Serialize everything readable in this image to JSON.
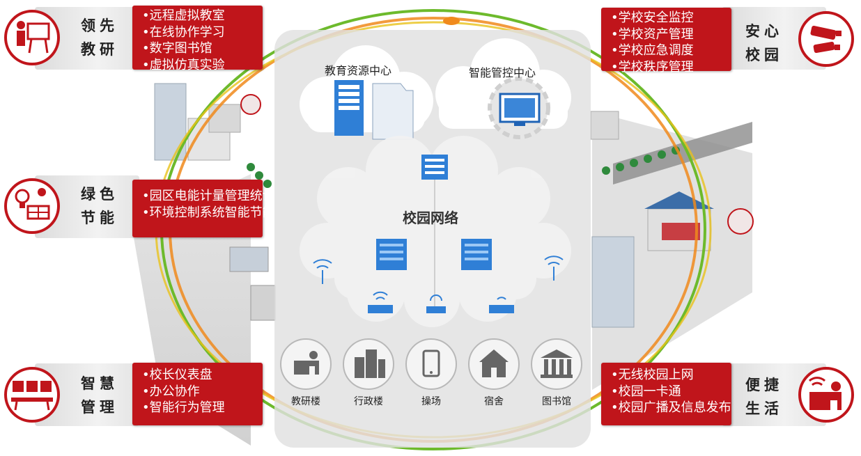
{
  "panels": {
    "research": {
      "label_line1": "领先",
      "label_line2": "教研",
      "icon": "teacher-blackboard-icon",
      "items": [
        "•远程虚拟教室",
        "•在线协作学习",
        "•数字图书馆",
        "•虚拟仿真实验"
      ]
    },
    "green": {
      "label_line1": "绿色",
      "label_line2": "节能",
      "icon": "bulb-solar-panel-icon",
      "items": [
        "•园区电能计量管理统计",
        "•环境控制系统智能节能"
      ]
    },
    "management": {
      "label_line1": "智慧",
      "label_line2": "管理",
      "icon": "meeting-screens-icon",
      "items": [
        "•校长仪表盘",
        "•办公协作",
        "•智能行为管理"
      ]
    },
    "safety": {
      "label_line1": "安心",
      "label_line2": "校园",
      "icon": "security-camera-icon",
      "items": [
        "•学校安全监控",
        "•学校资产管理",
        "•学校应急调度",
        "•学校秩序管理"
      ]
    },
    "life": {
      "label_line1": "便捷",
      "label_line2": "生活",
      "icon": "person-at-desk-wifi-icon",
      "items": [
        "•无线校园上网",
        "•校园一卡通",
        "•校园广播及信息发布"
      ]
    }
  },
  "center": {
    "resource_center": "教育资源中心",
    "control_center": "智能管控中心",
    "network": "校园网络",
    "buildings": [
      "教研楼",
      "行政楼",
      "操场",
      "宿舍",
      "图书馆"
    ]
  },
  "colors": {
    "accent_red": "#c0151b",
    "ring_green": "#6dba2c",
    "ring_orange": "#f08a1c",
    "ring_yellow": "#e8c21a"
  }
}
